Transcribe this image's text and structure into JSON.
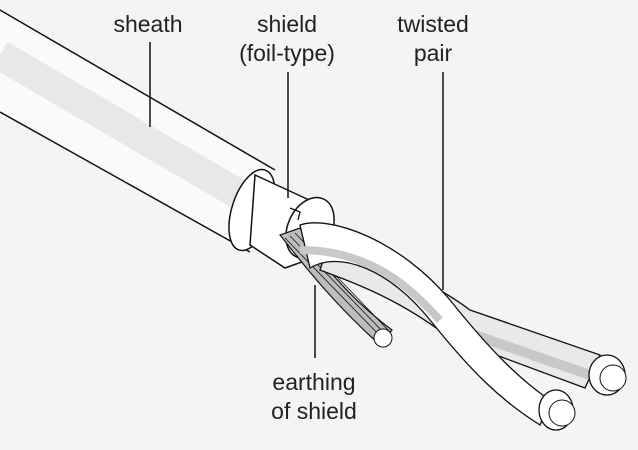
{
  "labels": {
    "sheath": "sheath",
    "shield_line1": "shield",
    "shield_line2": "(foil-type)",
    "twisted_line1": "twisted",
    "twisted_line2": "pair",
    "earthing_line1": "earthing",
    "earthing_line2": "of shield"
  },
  "colors": {
    "background": "#f4f4f4",
    "outline": "#111111",
    "insulation": "#ffffff",
    "shade": "#c8c8c8"
  }
}
